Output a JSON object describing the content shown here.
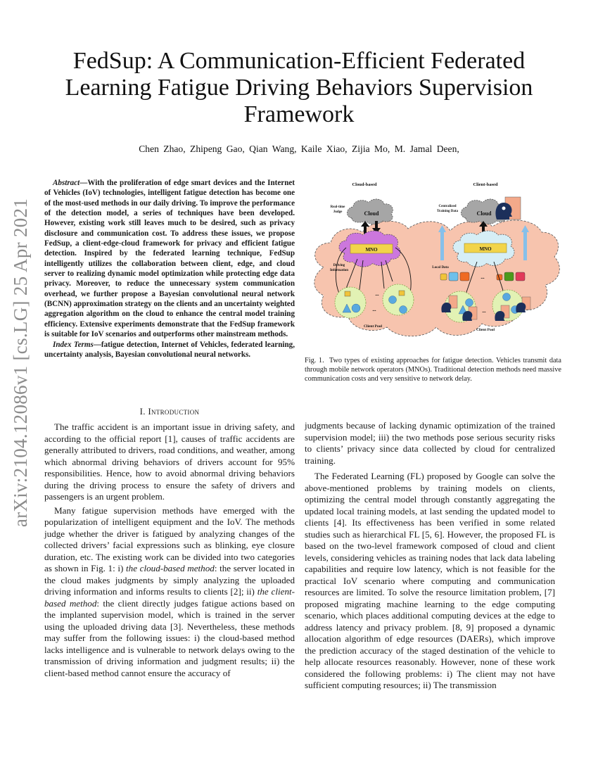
{
  "arxiv_stamp": "arXiv:2104.12086v1  [cs.LG]  25 Apr 2021",
  "title": "FedSup: A Communication-Efficient Federated Learning Fatigue Driving Behaviors Supervision Framework",
  "authors": "Chen Zhao,  Zhipeng Gao,  Qian Wang,  Kaile Xiao,  Zijia Mo,  M. Jamal Deen,",
  "abstract": {
    "label": "Abstract",
    "text": "—With the proliferation of edge smart devices and the Internet of Vehicles (IoV) technologies, intelligent fatigue detection has become one of the most-used methods in our daily driving. To improve the performance of the detection model, a series of techniques have been developed. However, existing work still leaves much to be desired, such as privacy disclosure and communication cost. To address these issues, we propose FedSup, a client-edge-cloud framework for privacy and efficient fatigue detection. Inspired by the federated learning technique, FedSup intelligently utilizes the collaboration between client, edge, and cloud server to realizing dynamic model optimization while protecting edge data privacy. Moreover, to reduce the unnecessary system communication overhead, we further propose a Bayesian convolutional neural network (BCNN) approximation strategy on the clients and an uncertainty weighted aggregation algorithm on the cloud to enhance the central model training efficiency. Extensive experiments demonstrate that the FedSup framework is suitable for IoV scenarios and outperforms other mainstream methods.",
    "index_terms_label": "Index Terms",
    "index_terms": "—fatigue detection, Internet of Vehicles, federated learning, uncertainty analysis, Bayesian convolutional neural networks."
  },
  "figure": {
    "left_title": "Cloud-based",
    "right_title": "Client-based",
    "cloud_label": "Cloud",
    "mno_label": "MNO",
    "realtime_judge": [
      "Real-time",
      "Judge"
    ],
    "centralized_training": [
      "Centralized",
      "Training Data"
    ],
    "driving_information": [
      "Driving",
      "Information"
    ],
    "local_data": "Local Data",
    "client_pool": "Client Pool",
    "ellipsis": "...",
    "colors": {
      "outer_cloud": "#f7c4ae",
      "storm_cloud": "#a6a6a6",
      "mno_cloud_left": "#cc77dd",
      "mno_cloud_right": "#d6eef6",
      "mno_box": "#f2d44a",
      "client_pool": "#e2f2b4",
      "shape_blue": "#5aa9e0",
      "db_yellow": "#f0c43a",
      "db_blue": "#6ec0ec",
      "db_orange": "#ef6a22",
      "db_green": "#4c9a1c",
      "db_pink": "#e23a5a",
      "arrow_blue": "#86c0ea",
      "head_navy": "#1c2f5a"
    }
  },
  "caption": {
    "label": "Fig. 1.",
    "text": "Two types of existing approaches for fatigue detection. Vehicles transmit data through mobile network operators (MNOs). Traditional detection methods need massive communication costs and very sensitive to network delay."
  },
  "section": {
    "number": "I.",
    "title": "Introduction"
  },
  "left_paragraphs": {
    "p1": "The traffic accident is an important issue in driving safety, and according to the official report [1], causes of traffic accidents are generally attributed to drivers, road conditions, and weather, among which abnormal driving behaviors of drivers account for 95% responsibilities. Hence, how to avoid abnormal driving behaviors during the driving process to ensure the safety of drivers and passengers is an urgent problem.",
    "p2_a": "Many fatigue supervision methods have emerged with the popularization of intelligent equipment and the IoV. The methods judge whether the driver is fatigued by analyzing changes of the collected drivers’ facial expressions such as blinking, eye closure duration, etc. The existing work can be divided into two categories as shown in Fig. 1: i) ",
    "p2_em1": "the cloud-based method",
    "p2_b": ": the server located in the cloud makes judgments by simply analyzing the uploaded driving information and informs results to clients [2]; ii) ",
    "p2_em2": "the client-based method",
    "p2_c": ": the client directly judges fatigue actions based on the implanted supervision model, which is trained in the server using the uploaded driving data [3]. Nevertheless, these methods may suffer from the following issues: i) the cloud-based method lacks intelligence and is vulnerable to network delays owing to the transmission of driving information and judgment results; ii) the client-based method cannot ensure the accuracy of"
  },
  "right_paragraphs": {
    "r1": "judgments because of lacking dynamic optimization of the trained supervision model; iii) the two methods pose serious security risks to clients’ privacy since data collected by cloud for centralized training.",
    "r2": "The Federated Learning (FL) proposed by Google can solve the above-mentioned problems by training models on clients, optimizing the central model through constantly aggregating the updated local training models, at last sending the updated model to clients [4]. Its effectiveness has been verified in some related studies such as hierarchical FL [5, 6]. However, the proposed FL is based on the two-level framework composed of cloud and client levels, considering vehicles as training nodes that lack data labeling capabilities and require low latency, which is not feasible for the practical IoV scenario where computing and communication resources are limited. To solve the resource limitation problem, [7] proposed migrating machine learning to the edge computing scenario, which places additional computing devices at the edge to address latency and privacy problem. [8, 9] proposed a dynamic allocation algorithm of edge resources (DAERs), which improve the prediction accuracy of the staged destination of the vehicle to help allocate resources reasonably. However, none of these work considered the following problems: i) The client may not have sufficient computing resources; ii) The transmission"
  }
}
